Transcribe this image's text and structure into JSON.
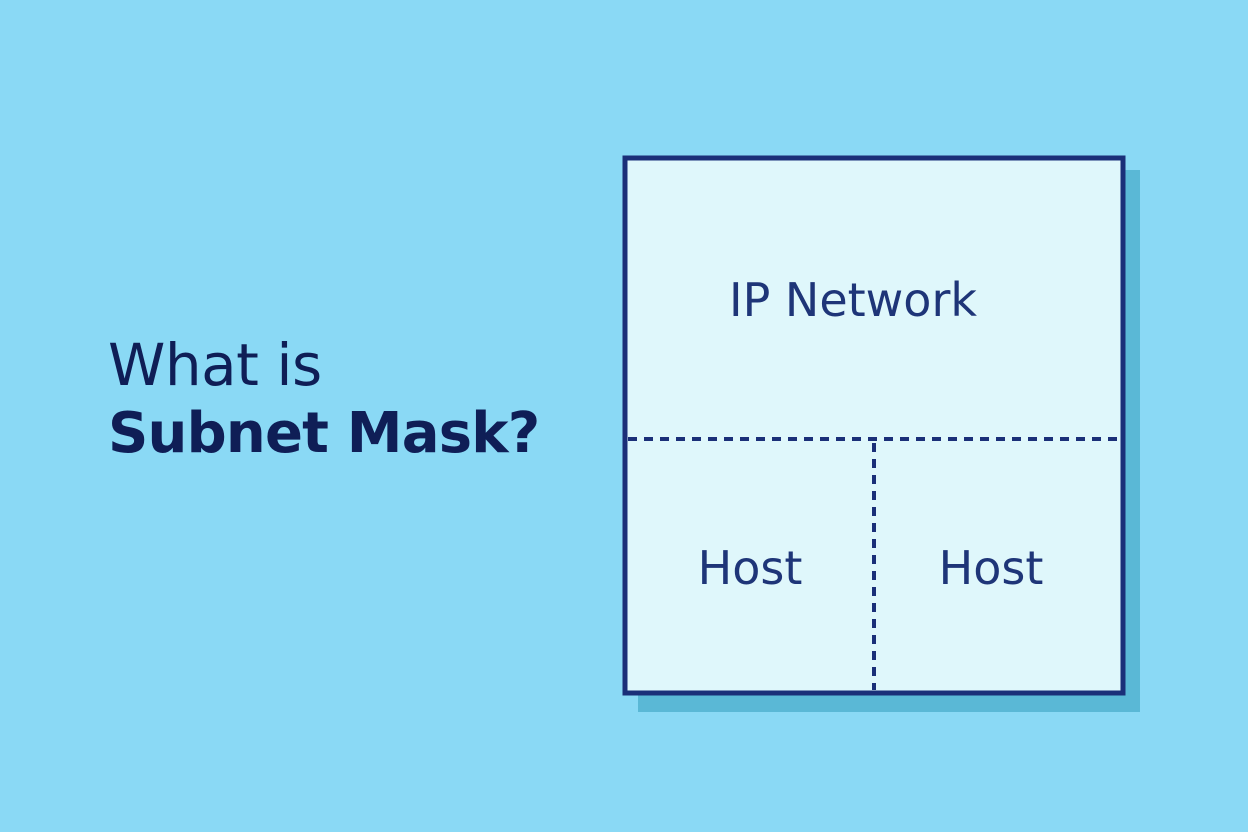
{
  "headline": {
    "line1": "What is",
    "line2": "Subnet Mask?"
  },
  "diagram": {
    "network_label": "IP Network",
    "host_left_label": "Host",
    "host_right_label": "Host"
  },
  "colors": {
    "background": "#8ad9f5",
    "box_fill": "#dff7fb",
    "box_stroke": "#1a2f78",
    "shadow": "#5ab8d6",
    "headline_text": "#0f1e56",
    "label_text": "#1e3578",
    "divider": "#1a2f78"
  }
}
